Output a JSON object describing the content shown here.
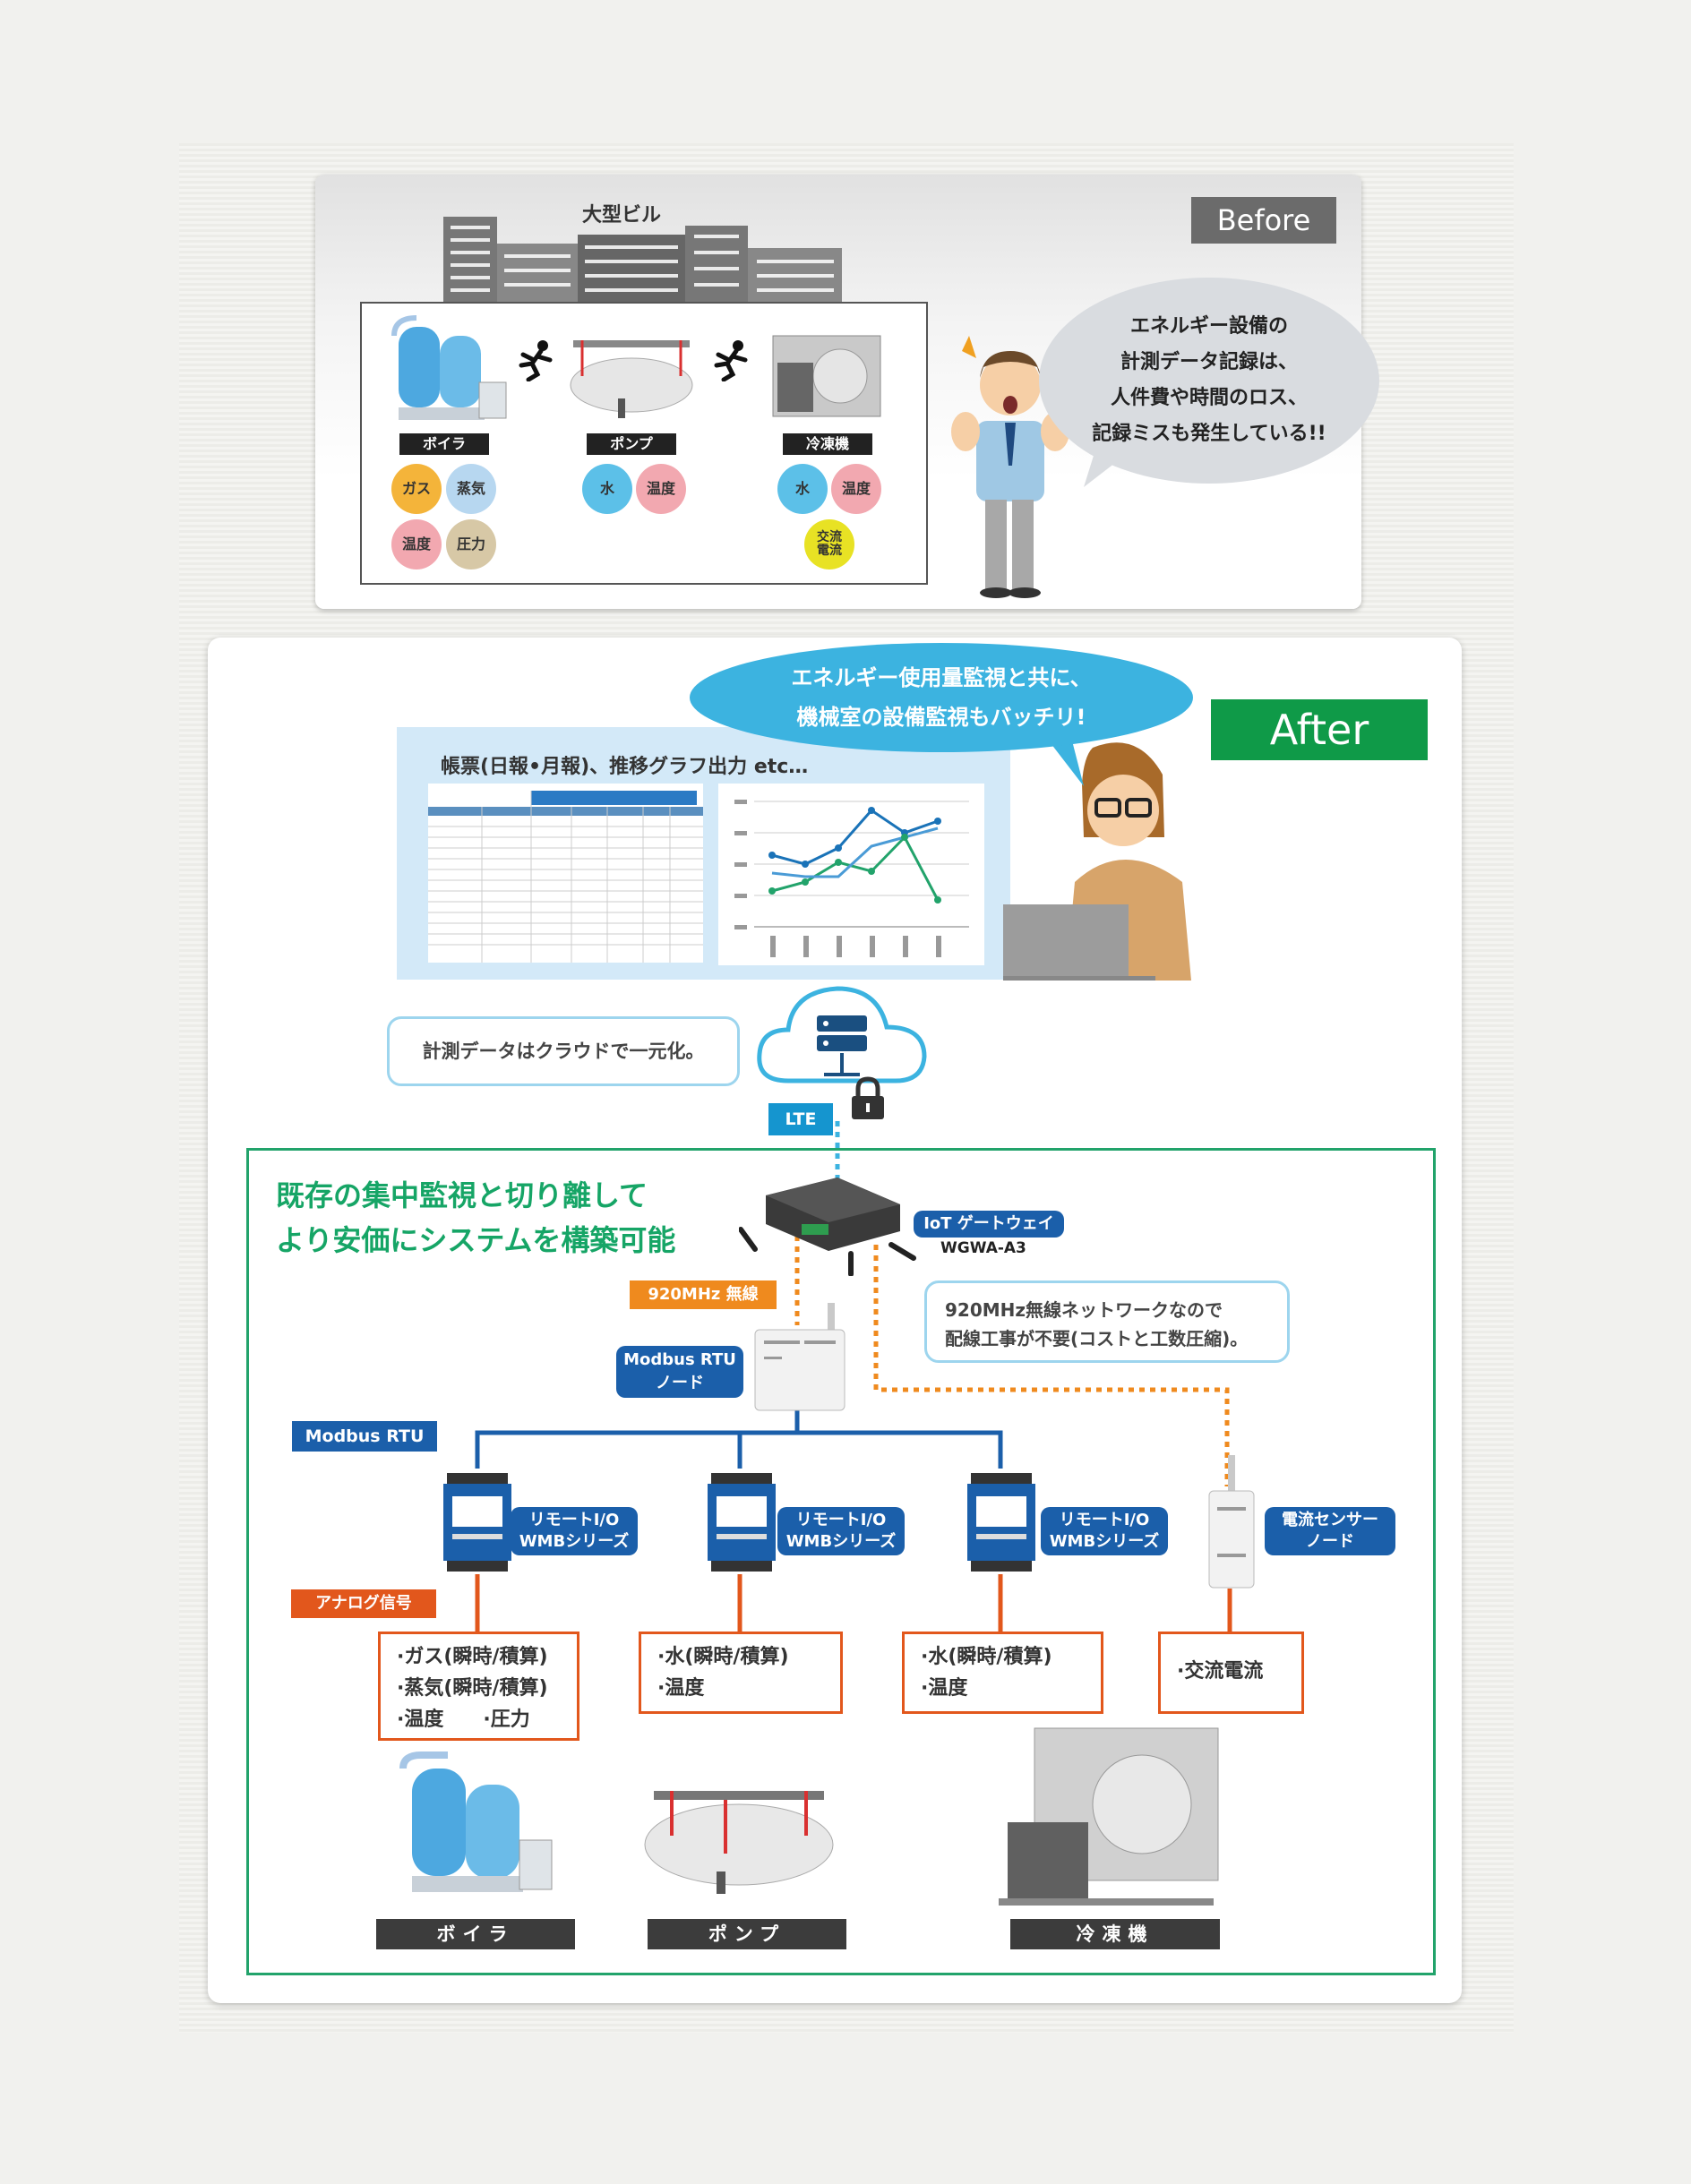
{
  "before": {
    "tag": "Before",
    "building_label": "大型ビル",
    "equipment": [
      {
        "label": "ボイラ",
        "signals": [
          "ガス",
          "蒸気",
          "温度",
          "圧力"
        ]
      },
      {
        "label": "ポンプ",
        "signals": [
          "水",
          "温度"
        ]
      },
      {
        "label": "冷凍機",
        "signals": [
          "水",
          "温度",
          "交流\n電流"
        ]
      }
    ],
    "bubble": [
      "エネルギー設備の",
      "計測データ記録は、",
      "人件費や時間のロス、",
      "記録ミスも発生している!!"
    ]
  },
  "after": {
    "tag": "After",
    "bubble": [
      "エネルギー使用量監視と共に、",
      "機械室の設備監視もバッチリ!"
    ],
    "report_title": "帳票(日報•月報)、推移グラフ出力 etc…",
    "cloud_note": "計測データはクラウドで一元化。",
    "lte": "LTE",
    "headline": [
      "既存の集中監視と切り離して",
      "より安価にシステムを構築可能"
    ],
    "gateway_label": "IoT ゲートウェイ",
    "gateway_model": "WGWA-A3",
    "wireless_label": "920MHz 無線",
    "wireless_note": [
      "920MHz無線ネットワークなので",
      "配線工事が不要(コストと工数圧縮)。"
    ],
    "modbus_node_label": [
      "Modbus RTU",
      "ノード"
    ],
    "modbus_bus_label": "Modbus RTU",
    "remote_io_label": [
      "リモートI/O",
      "WMBシリーズ"
    ],
    "current_node_label": [
      "電流センサー",
      "ノード"
    ],
    "analog_label": "アナログ信号",
    "signal_boxes": [
      [
        "·ガス(瞬時/積算)",
        "·蒸気(瞬時/積算)",
        "·温度　　·圧力"
      ],
      [
        "·水(瞬時/積算)",
        "·温度"
      ],
      [
        "·水(瞬時/積算)",
        "·温度"
      ],
      [
        "·交流電流"
      ]
    ],
    "equipment_labels": [
      "ボイラ",
      "ポンプ",
      "冷凍機"
    ]
  },
  "colors": {
    "after_green": "#0f9a48",
    "bubble_blue": "#3cb3e0",
    "modbus_blue": "#1b5faa",
    "wireless_orange": "#ef8a1e",
    "analog_red": "#e2571c",
    "frame_green": "#22a36b"
  },
  "chart_series_colors": [
    "#1a73b8",
    "#22a36b",
    "#4a9bd6"
  ]
}
